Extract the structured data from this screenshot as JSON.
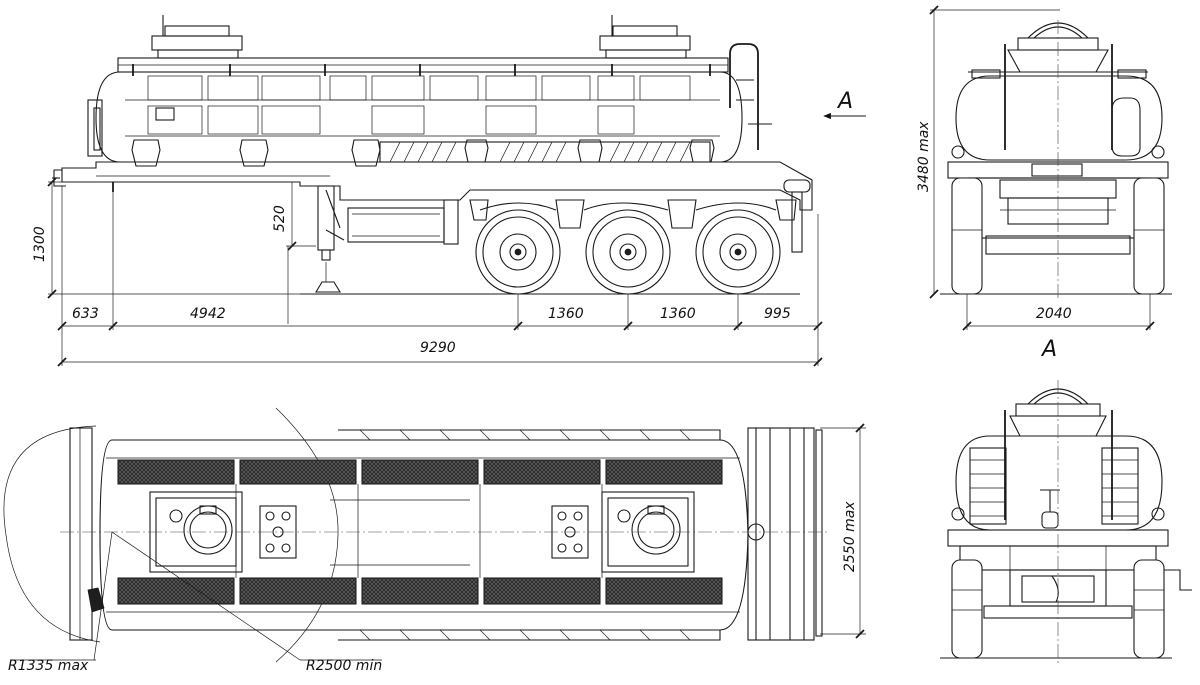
{
  "dimensions": {
    "rear_overhang": "633",
    "kingpin_to_axle": "4942",
    "axle_spacing_1": "1360",
    "axle_spacing_2": "1360",
    "front_overhang": "995",
    "overall_length": "9290",
    "fifth_wheel_height": "1300",
    "support_leg_height": "520",
    "overall_height": "3480 max",
    "track_width": "2040",
    "overall_width": "2550 max",
    "front_swing_radius": "R1335 max",
    "turning_radius": "R2500 min"
  },
  "view_labels": {
    "arrow_a": "A",
    "view_a": "A"
  }
}
